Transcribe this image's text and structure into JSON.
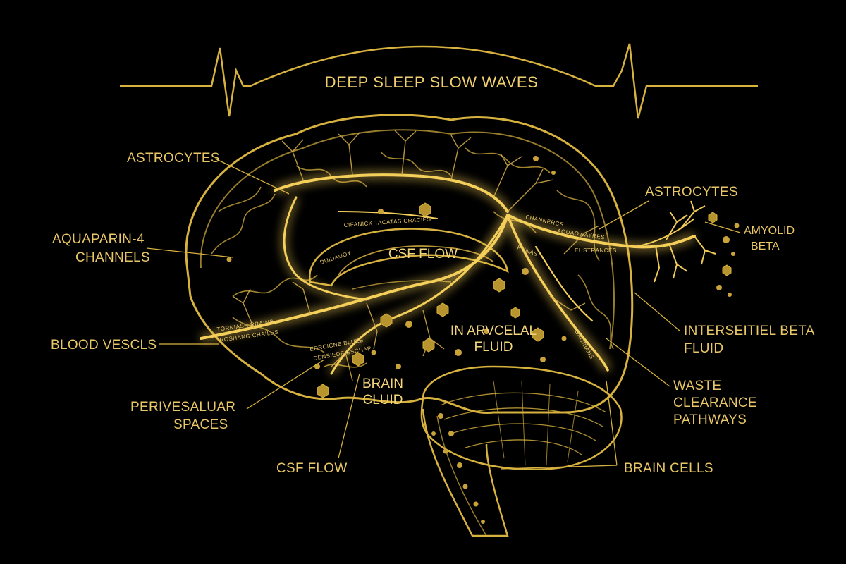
{
  "title": "DEEP SLEEP SLOW WAVES",
  "colors": {
    "background": "#000000",
    "gold": "#d8b23f",
    "glow": "#ffe27a"
  },
  "labels": {
    "astrocytes_left": "ASTROCYTES",
    "aquaporin_line1": "AQUAPARIN-4",
    "aquaporin_line2": "CHANNELS",
    "blood_vessels": "BLOOD VESCLS",
    "perivascular_line1": "PERIVESALUAR",
    "perivascular_line2": "SPACES",
    "csf_flow_bottom": "CSF FLOW",
    "astrocytes_right": "ASTROCYTES",
    "amyloid_line1": "AMYOLID",
    "amyloid_line2": "BETA",
    "interstitial_line1": "INTERSEITIEL BETA",
    "interstitial_line2": "FLUID",
    "waste_line1": "WASTE",
    "waste_line2": "CLEARANCE",
    "waste_line3": "PATHWAYS",
    "brain_cells": "BRAIN CELLS"
  },
  "inner_labels": {
    "csf_flow": "CSF FLOW",
    "interstitial_line1": "IN ARVCELAL",
    "interstitial_line2": "FLUID",
    "brain_line1": "BRAIN",
    "brain_line2": "CLUID"
  },
  "micro_labels": {
    "top_channel": "CIFANICK TACATAS CRACIES",
    "left_arc": "DUIDAUOY",
    "right_channel_1": "CHANNERCS",
    "right_channel_2": "AQUAOWAYRES",
    "right_channel_3": "EUSTRANCES",
    "center_tag": "RUNAS",
    "blood_vessel_1": "TORNIASH RRAINS",
    "blood_vessel_2": "ROSHANG CHAILES",
    "perivascular_1": "EDRCICNE BLUEB",
    "perivascular_2": "DENSIEDE ESCHAP",
    "right_lower": "OAGRIANS"
  }
}
